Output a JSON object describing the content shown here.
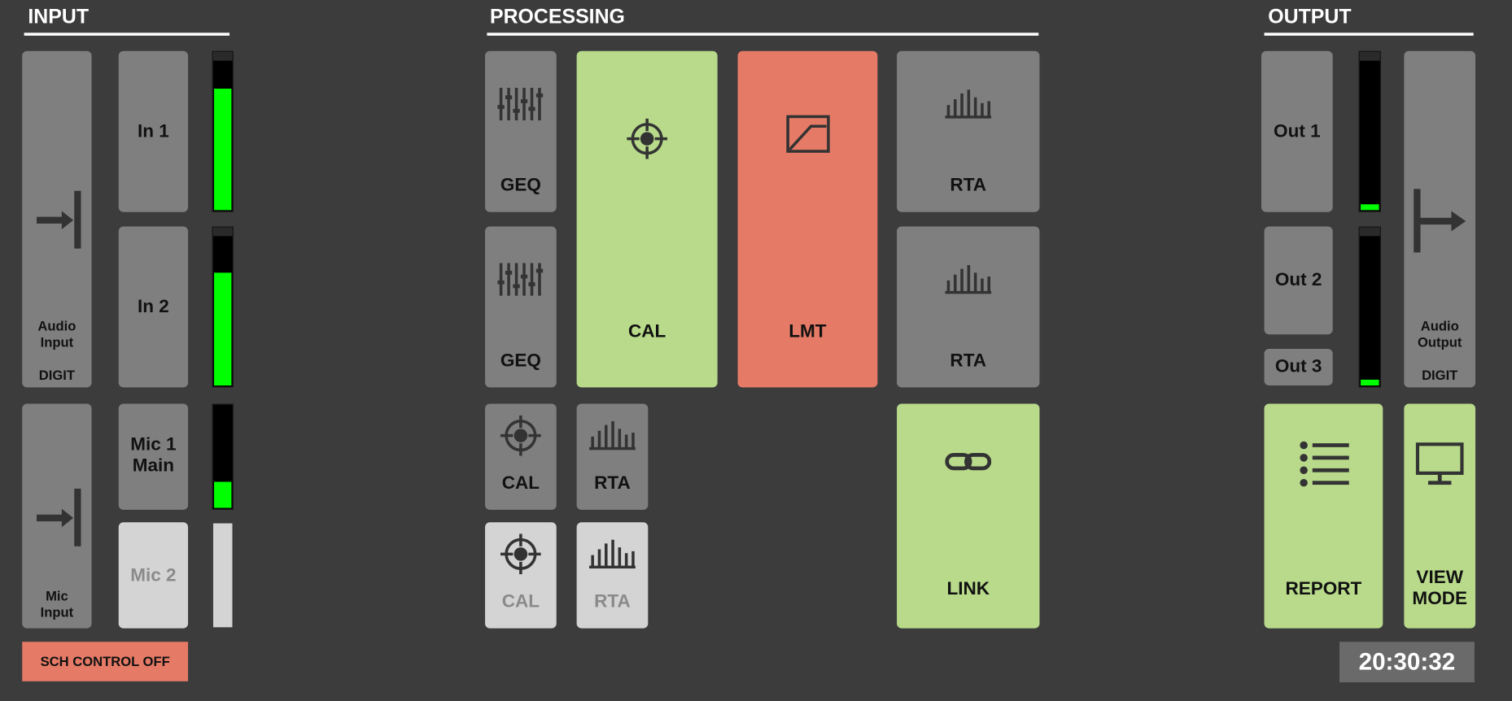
{
  "sections": {
    "input": "INPUT",
    "processing": "PROCESSING",
    "output": "OUTPUT"
  },
  "input": {
    "audio_input": {
      "label": "Audio Input",
      "sub": "DIGIT"
    },
    "mic_input": {
      "label": "Mic Input"
    },
    "channels": [
      {
        "label": "In 1",
        "level": 0.82
      },
      {
        "label": "In 2",
        "level": 0.76
      },
      {
        "label": "Mic 1 Main",
        "level": 0.25
      },
      {
        "label": "Mic 2",
        "level": 0
      }
    ],
    "sch_control": "SCH CONTROL OFF"
  },
  "processing": {
    "geq1": "GEQ",
    "geq2": "GEQ",
    "cal_main": "CAL",
    "lmt": "LMT",
    "rta1": "RTA",
    "rta2": "RTA",
    "cal_small": "CAL",
    "rta_small": "RTA",
    "cal_disabled": "CAL",
    "rta_disabled": "RTA",
    "link": "LINK"
  },
  "output": {
    "out1": "Out 1",
    "out2": "Out 2",
    "out3": "Out 3",
    "meters": [
      {
        "level": 0.04
      },
      {
        "level": 0.04
      }
    ],
    "audio_output": {
      "label": "Audio Output",
      "sub": "DIGIT"
    },
    "report": "REPORT",
    "view_mode": "VIEW MODE"
  },
  "clock": "20:30:32",
  "colors": {
    "background": "#3c3c3c",
    "button": "#7f7f7f",
    "active": "#b8da8a",
    "alert": "#e57a66",
    "meter": "#00ff00"
  }
}
